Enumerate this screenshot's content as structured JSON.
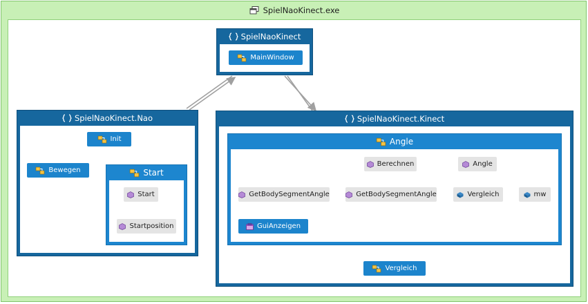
{
  "window": {
    "title": "SpielNaoKinect.exe",
    "icon": "assembly-icon"
  },
  "namespaces": {
    "root": {
      "title": "SpielNaoKinect",
      "icon": "namespace-icon",
      "class_node": "MainWindow"
    },
    "nao": {
      "title": "SpielNaoKinect.Nao",
      "icon": "namespace-icon",
      "init": "Init",
      "bewegen": "Bewegen",
      "start_class": {
        "title": "Start",
        "members": [
          "Start",
          "Startposition"
        ]
      }
    },
    "kinect": {
      "title": "SpielNaoKinect.Kinect",
      "icon": "namespace-icon",
      "vergleich_node": "Vergleich",
      "angle_class": {
        "title": "Angle",
        "berechnen": "Berechnen",
        "angle": "Angle",
        "get1": "GetBodySegmentAngle",
        "get2": "GetBodySegmentAngle",
        "vergleich": "Vergleich",
        "mw": "mw",
        "gui": "GuiAnzeigen"
      }
    }
  },
  "colors": {
    "outer": "#c8f0b6",
    "namespace": "#16679e",
    "class": "#1c84cc",
    "member": "#e4e4e4",
    "link": "#a0a0a0"
  }
}
